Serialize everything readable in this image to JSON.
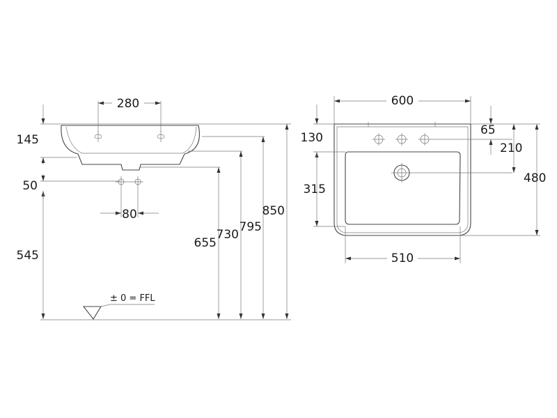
{
  "side_view": {
    "tap_hole_spacing": "280",
    "basin_depth": "145",
    "fixing_hole_offset": "50",
    "waste_spacing": "80",
    "waste_height": "545",
    "heights": [
      "655",
      "730",
      "795",
      "850"
    ],
    "floor_label": "± 0 = FFL"
  },
  "top_view": {
    "overall_width": "600",
    "back_depth": "130",
    "tap_to_bowl": "65",
    "waste_offset": "210",
    "bowl_depth": "315",
    "overall_depth": "480",
    "bowl_width": "510"
  }
}
